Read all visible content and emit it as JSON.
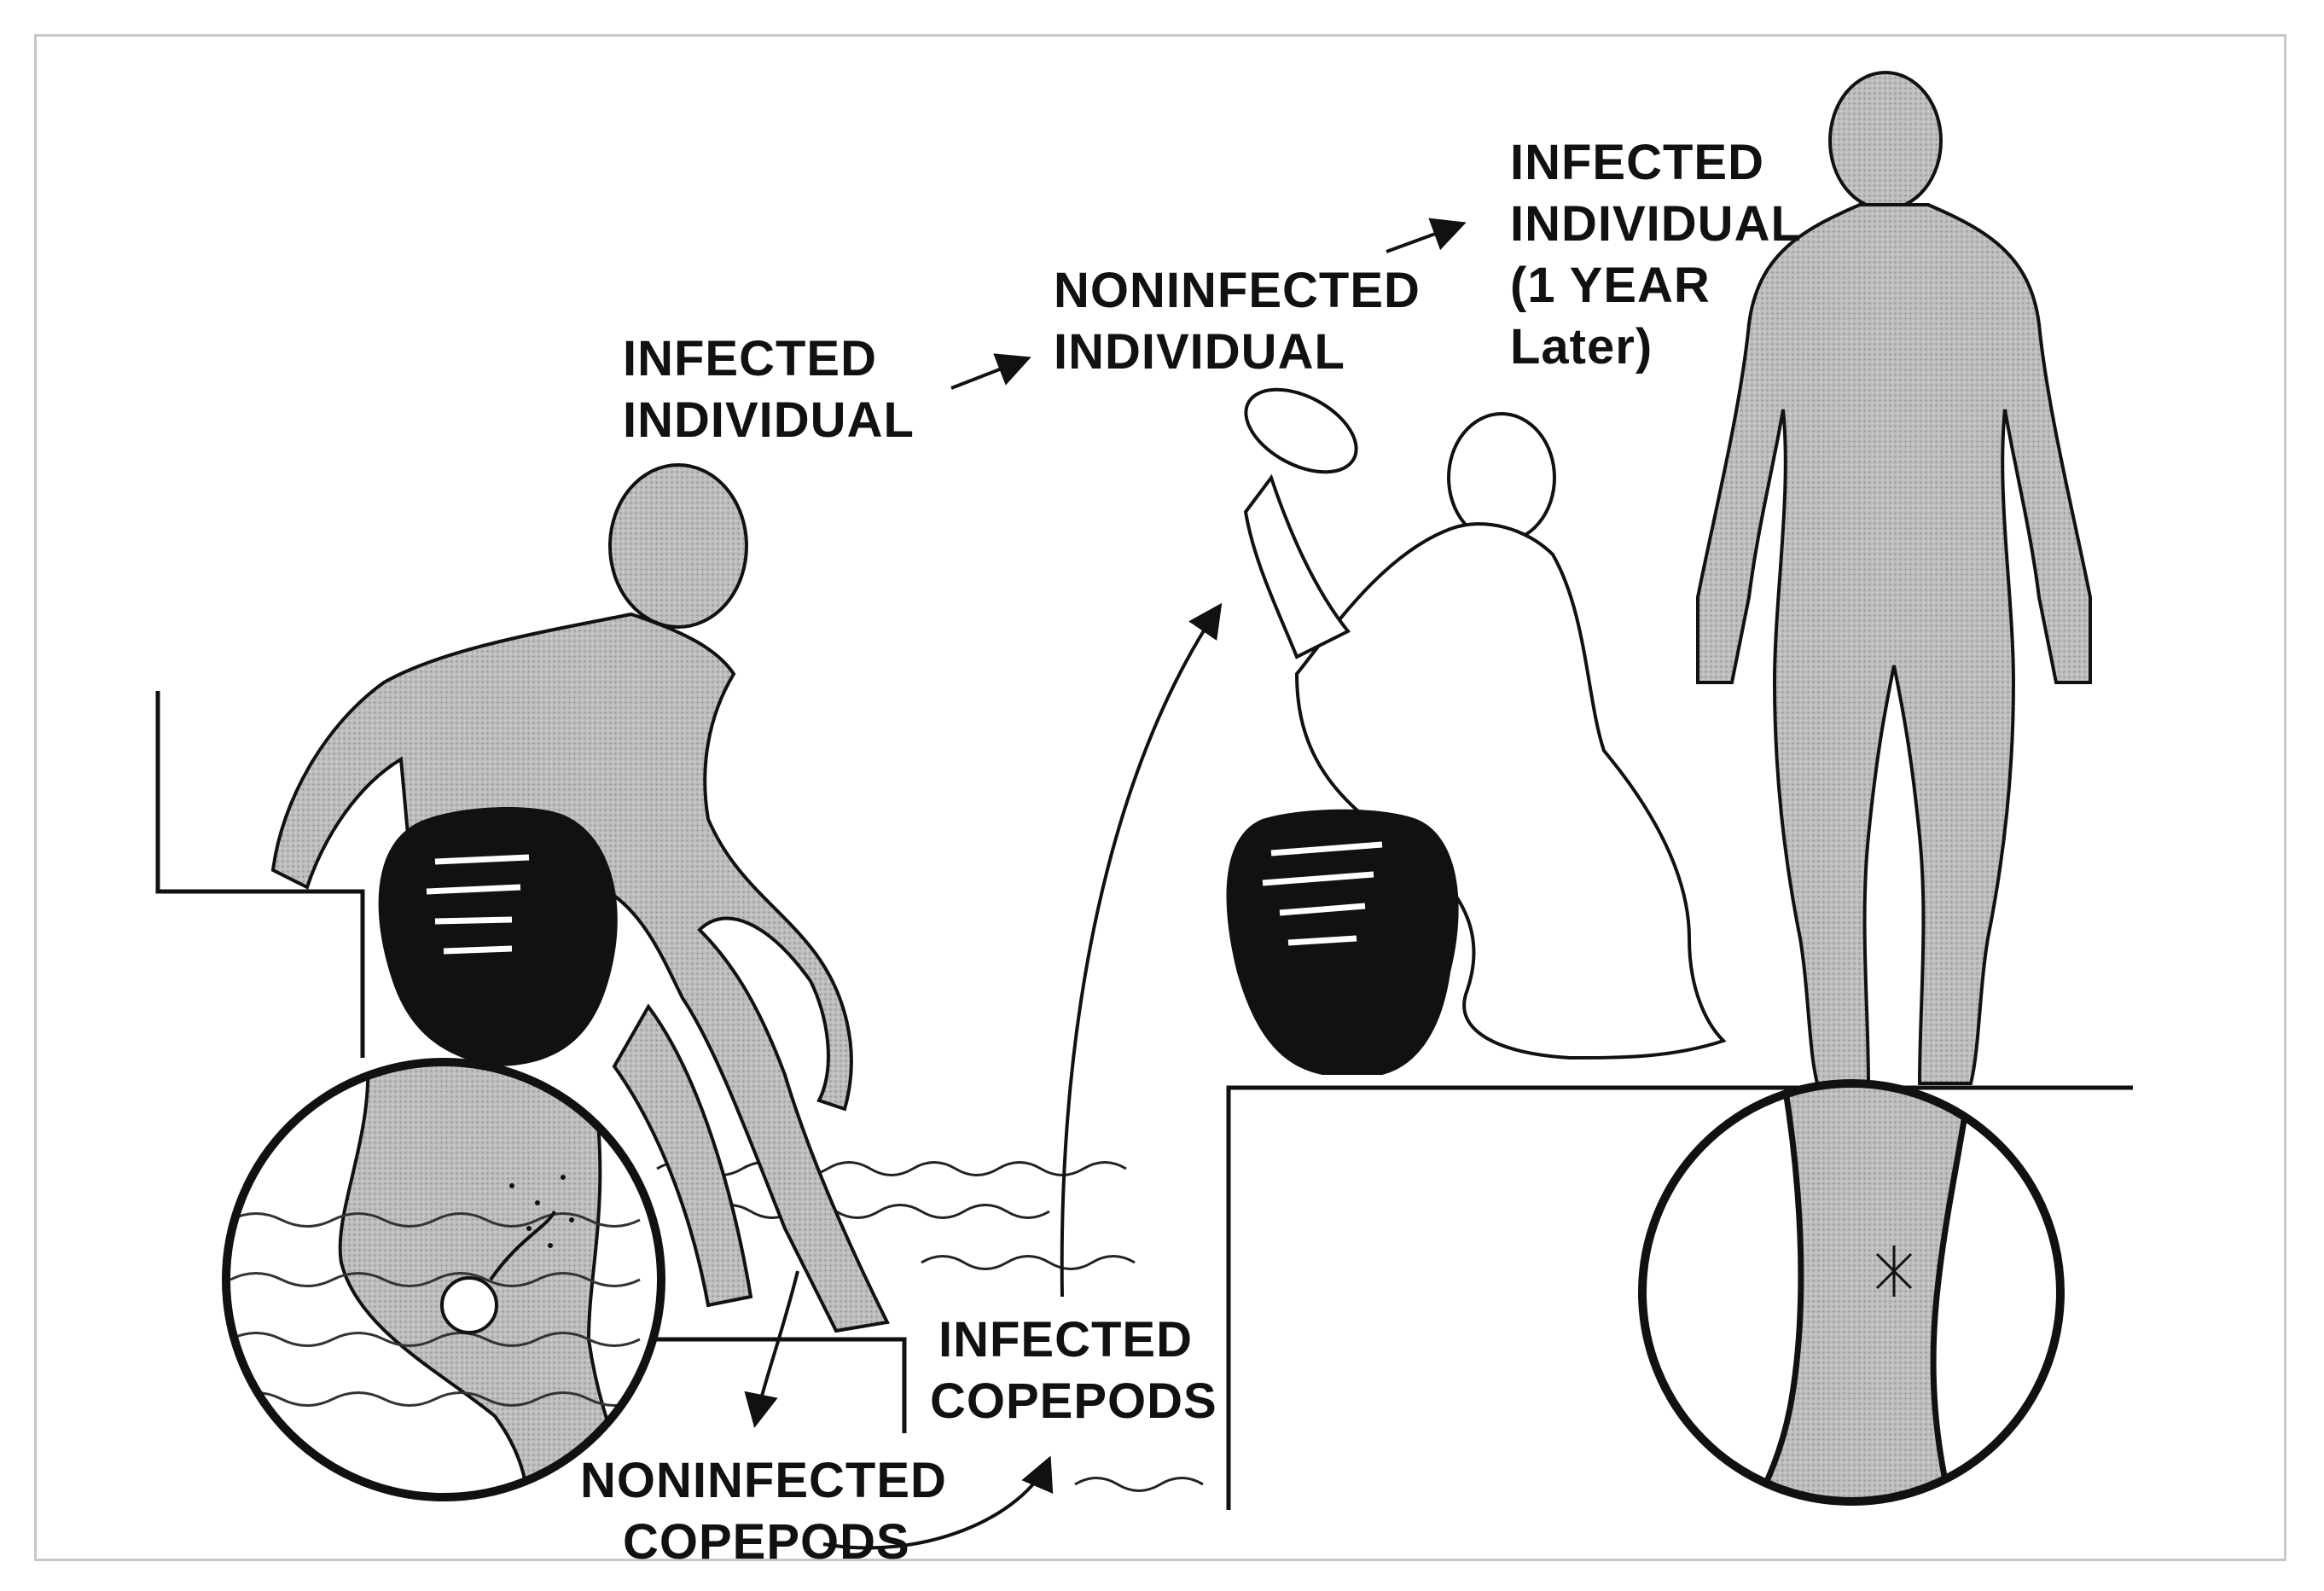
{
  "labels": {
    "infected_individual": [
      "INFECTED",
      "INDIVIDUAL"
    ],
    "noninfected_individual": [
      "NONINFECTED",
      "INDIVIDUAL"
    ],
    "infected_individual_later": [
      "INFECTED",
      "INDIVIDUAL",
      "(1 YEAR",
      "Later)"
    ],
    "infected_copepods": [
      "INFECTED",
      "COPEPODS"
    ],
    "noninfected_copepods": [
      "NONINFECTED",
      "COPEPODS"
    ]
  },
  "colors": {
    "ink": "#111111",
    "figure_gray": "#b9b9b9",
    "frame": "#c8c8c8"
  }
}
